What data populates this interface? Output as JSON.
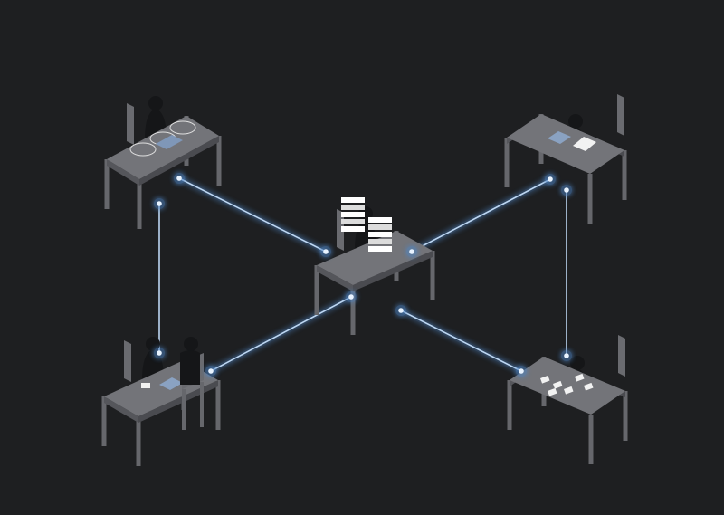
{
  "colors": {
    "background": "#1e1f21",
    "desk_top": "#737479",
    "desk_side": "#55565b",
    "desk_leg": "#66676c",
    "chair": "#6a6b70",
    "person": "#151618",
    "link": "#bcd6f2",
    "link_glow": "#4f86c6",
    "node": "#e8f3ff",
    "paper": "#f2f2f2"
  },
  "desks": [
    {
      "name": "desk-top-left",
      "orientation": "left",
      "item": "sketch-papers"
    },
    {
      "name": "desk-top-right",
      "orientation": "right",
      "item": "document"
    },
    {
      "name": "desk-center",
      "orientation": "left",
      "item": "server-stacks"
    },
    {
      "name": "desk-bottom-left",
      "orientation": "left",
      "item": "meeting"
    },
    {
      "name": "desk-bottom-right",
      "orientation": "right",
      "item": "scattered-papers"
    }
  ]
}
